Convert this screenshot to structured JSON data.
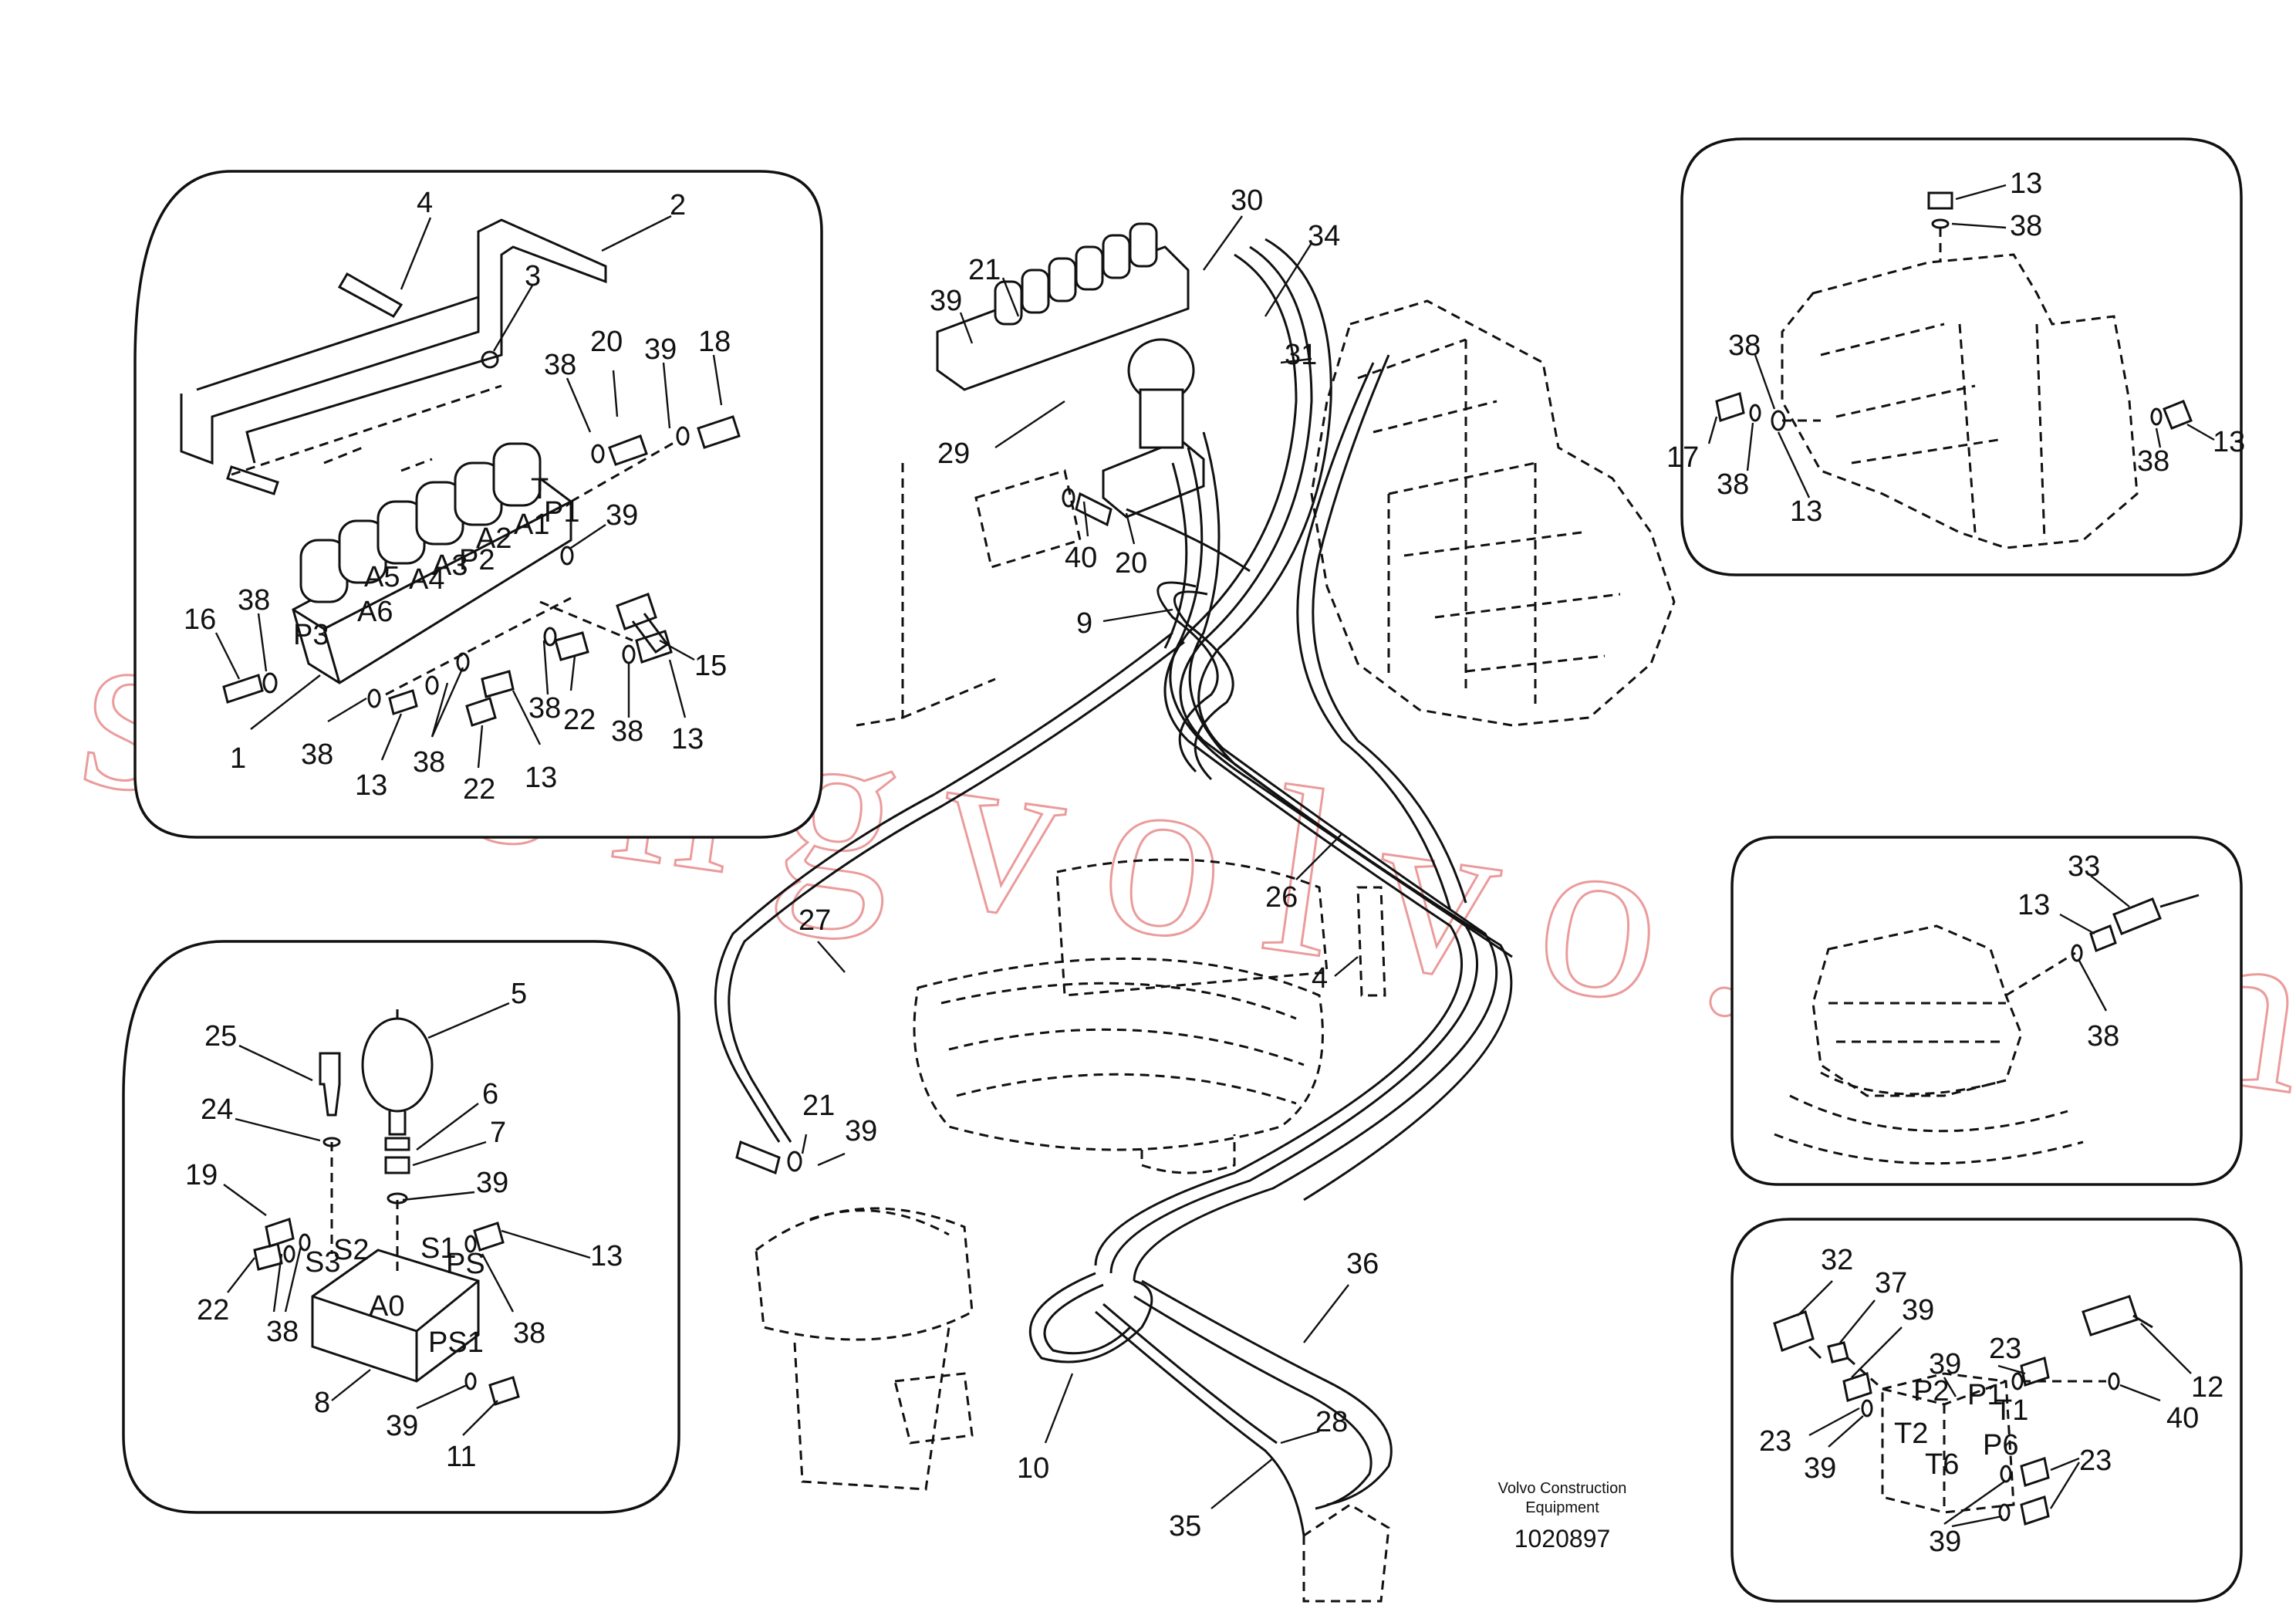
{
  "watermark": "strongvolvo.com",
  "caption": {
    "company_line1": "Volvo Construction",
    "company_line2": "Equipment",
    "drawing_number": "1020897"
  },
  "port_labels": {
    "p3": "P3",
    "a6": "A6",
    "a5": "A5",
    "a4": "A4",
    "a3": "A3",
    "p2": "P2",
    "a2": "A2",
    "a1": "A1",
    "p1": "P1",
    "t": "T",
    "s3": "S3",
    "s2": "S2",
    "s1": "S1",
    "ps": "PS",
    "a0": "A0",
    "ps1": "PS1",
    "b_p2": "P2",
    "b_p1": "P1",
    "b_t1": "T1",
    "b_t2": "T2",
    "b_t6": "T6",
    "b_p6": "P6"
  },
  "callouts": [
    {
      "id": "c-tl-4",
      "text": "4"
    },
    {
      "id": "c-tl-2",
      "text": "2"
    },
    {
      "id": "c-tl-3",
      "text": "3"
    },
    {
      "id": "c-tl-38a",
      "text": "38"
    },
    {
      "id": "c-tl-20",
      "text": "20"
    },
    {
      "id": "c-tl-39a",
      "text": "39"
    },
    {
      "id": "c-tl-18",
      "text": "18"
    },
    {
      "id": "c-tl-39b",
      "text": "39"
    },
    {
      "id": "c-tl-16",
      "text": "16"
    },
    {
      "id": "c-tl-38b",
      "text": "38"
    },
    {
      "id": "c-tl-15",
      "text": "15"
    },
    {
      "id": "c-tl-1",
      "text": "1"
    },
    {
      "id": "c-tl-38c",
      "text": "38"
    },
    {
      "id": "c-tl-13a",
      "text": "13"
    },
    {
      "id": "c-tl-38d",
      "text": "38"
    },
    {
      "id": "c-tl-22a",
      "text": "22"
    },
    {
      "id": "c-tl-13b",
      "text": "13"
    },
    {
      "id": "c-tl-38e",
      "text": "38"
    },
    {
      "id": "c-tl-22b",
      "text": "22"
    },
    {
      "id": "c-tl-38f",
      "text": "38"
    },
    {
      "id": "c-tl-13c",
      "text": "13"
    },
    {
      "id": "c-bl-5",
      "text": "5"
    },
    {
      "id": "c-bl-25",
      "text": "25"
    },
    {
      "id": "c-bl-6",
      "text": "6"
    },
    {
      "id": "c-bl-24",
      "text": "24"
    },
    {
      "id": "c-bl-7",
      "text": "7"
    },
    {
      "id": "c-bl-19",
      "text": "19"
    },
    {
      "id": "c-bl-39a",
      "text": "39"
    },
    {
      "id": "c-bl-13",
      "text": "13"
    },
    {
      "id": "c-bl-22",
      "text": "22"
    },
    {
      "id": "c-bl-38a",
      "text": "38"
    },
    {
      "id": "c-bl-38b",
      "text": "38"
    },
    {
      "id": "c-bl-8",
      "text": "8"
    },
    {
      "id": "c-bl-39b",
      "text": "39"
    },
    {
      "id": "c-bl-11",
      "text": "11"
    },
    {
      "id": "c-c-30",
      "text": "30"
    },
    {
      "id": "c-c-34",
      "text": "34"
    },
    {
      "id": "c-c-21a",
      "text": "21"
    },
    {
      "id": "c-c-39a",
      "text": "39"
    },
    {
      "id": "c-c-31",
      "text": "31"
    },
    {
      "id": "c-c-29",
      "text": "29"
    },
    {
      "id": "c-c-40",
      "text": "40"
    },
    {
      "id": "c-c-20",
      "text": "20"
    },
    {
      "id": "c-c-9",
      "text": "9"
    },
    {
      "id": "c-c-27",
      "text": "27"
    },
    {
      "id": "c-c-26",
      "text": "26"
    },
    {
      "id": "c-c-4",
      "text": "4"
    },
    {
      "id": "c-c-21b",
      "text": "21"
    },
    {
      "id": "c-c-39b",
      "text": "39"
    },
    {
      "id": "c-c-36",
      "text": "36"
    },
    {
      "id": "c-c-28",
      "text": "28"
    },
    {
      "id": "c-c-10",
      "text": "10"
    },
    {
      "id": "c-c-35",
      "text": "35"
    },
    {
      "id": "c-tr-13a",
      "text": "13"
    },
    {
      "id": "c-tr-38a",
      "text": "38"
    },
    {
      "id": "c-tr-38b",
      "text": "38"
    },
    {
      "id": "c-tr-17",
      "text": "17"
    },
    {
      "id": "c-tr-38c",
      "text": "38"
    },
    {
      "id": "c-tr-13b",
      "text": "13"
    },
    {
      "id": "c-tr-13c",
      "text": "13"
    },
    {
      "id": "c-tr-38d",
      "text": "38"
    },
    {
      "id": "c-mr-33",
      "text": "33"
    },
    {
      "id": "c-mr-13",
      "text": "13"
    },
    {
      "id": "c-mr-38",
      "text": "38"
    },
    {
      "id": "c-br-32",
      "text": "32"
    },
    {
      "id": "c-br-37",
      "text": "37"
    },
    {
      "id": "c-br-39a",
      "text": "39"
    },
    {
      "id": "c-br-23a",
      "text": "23"
    },
    {
      "id": "c-br-39b",
      "text": "39"
    },
    {
      "id": "c-br-12",
      "text": "12"
    },
    {
      "id": "c-br-40",
      "text": "40"
    },
    {
      "id": "c-br-23b",
      "text": "23"
    },
    {
      "id": "c-br-39c",
      "text": "39"
    },
    {
      "id": "c-br-23c",
      "text": "23"
    },
    {
      "id": "c-br-39d",
      "text": "39"
    }
  ]
}
